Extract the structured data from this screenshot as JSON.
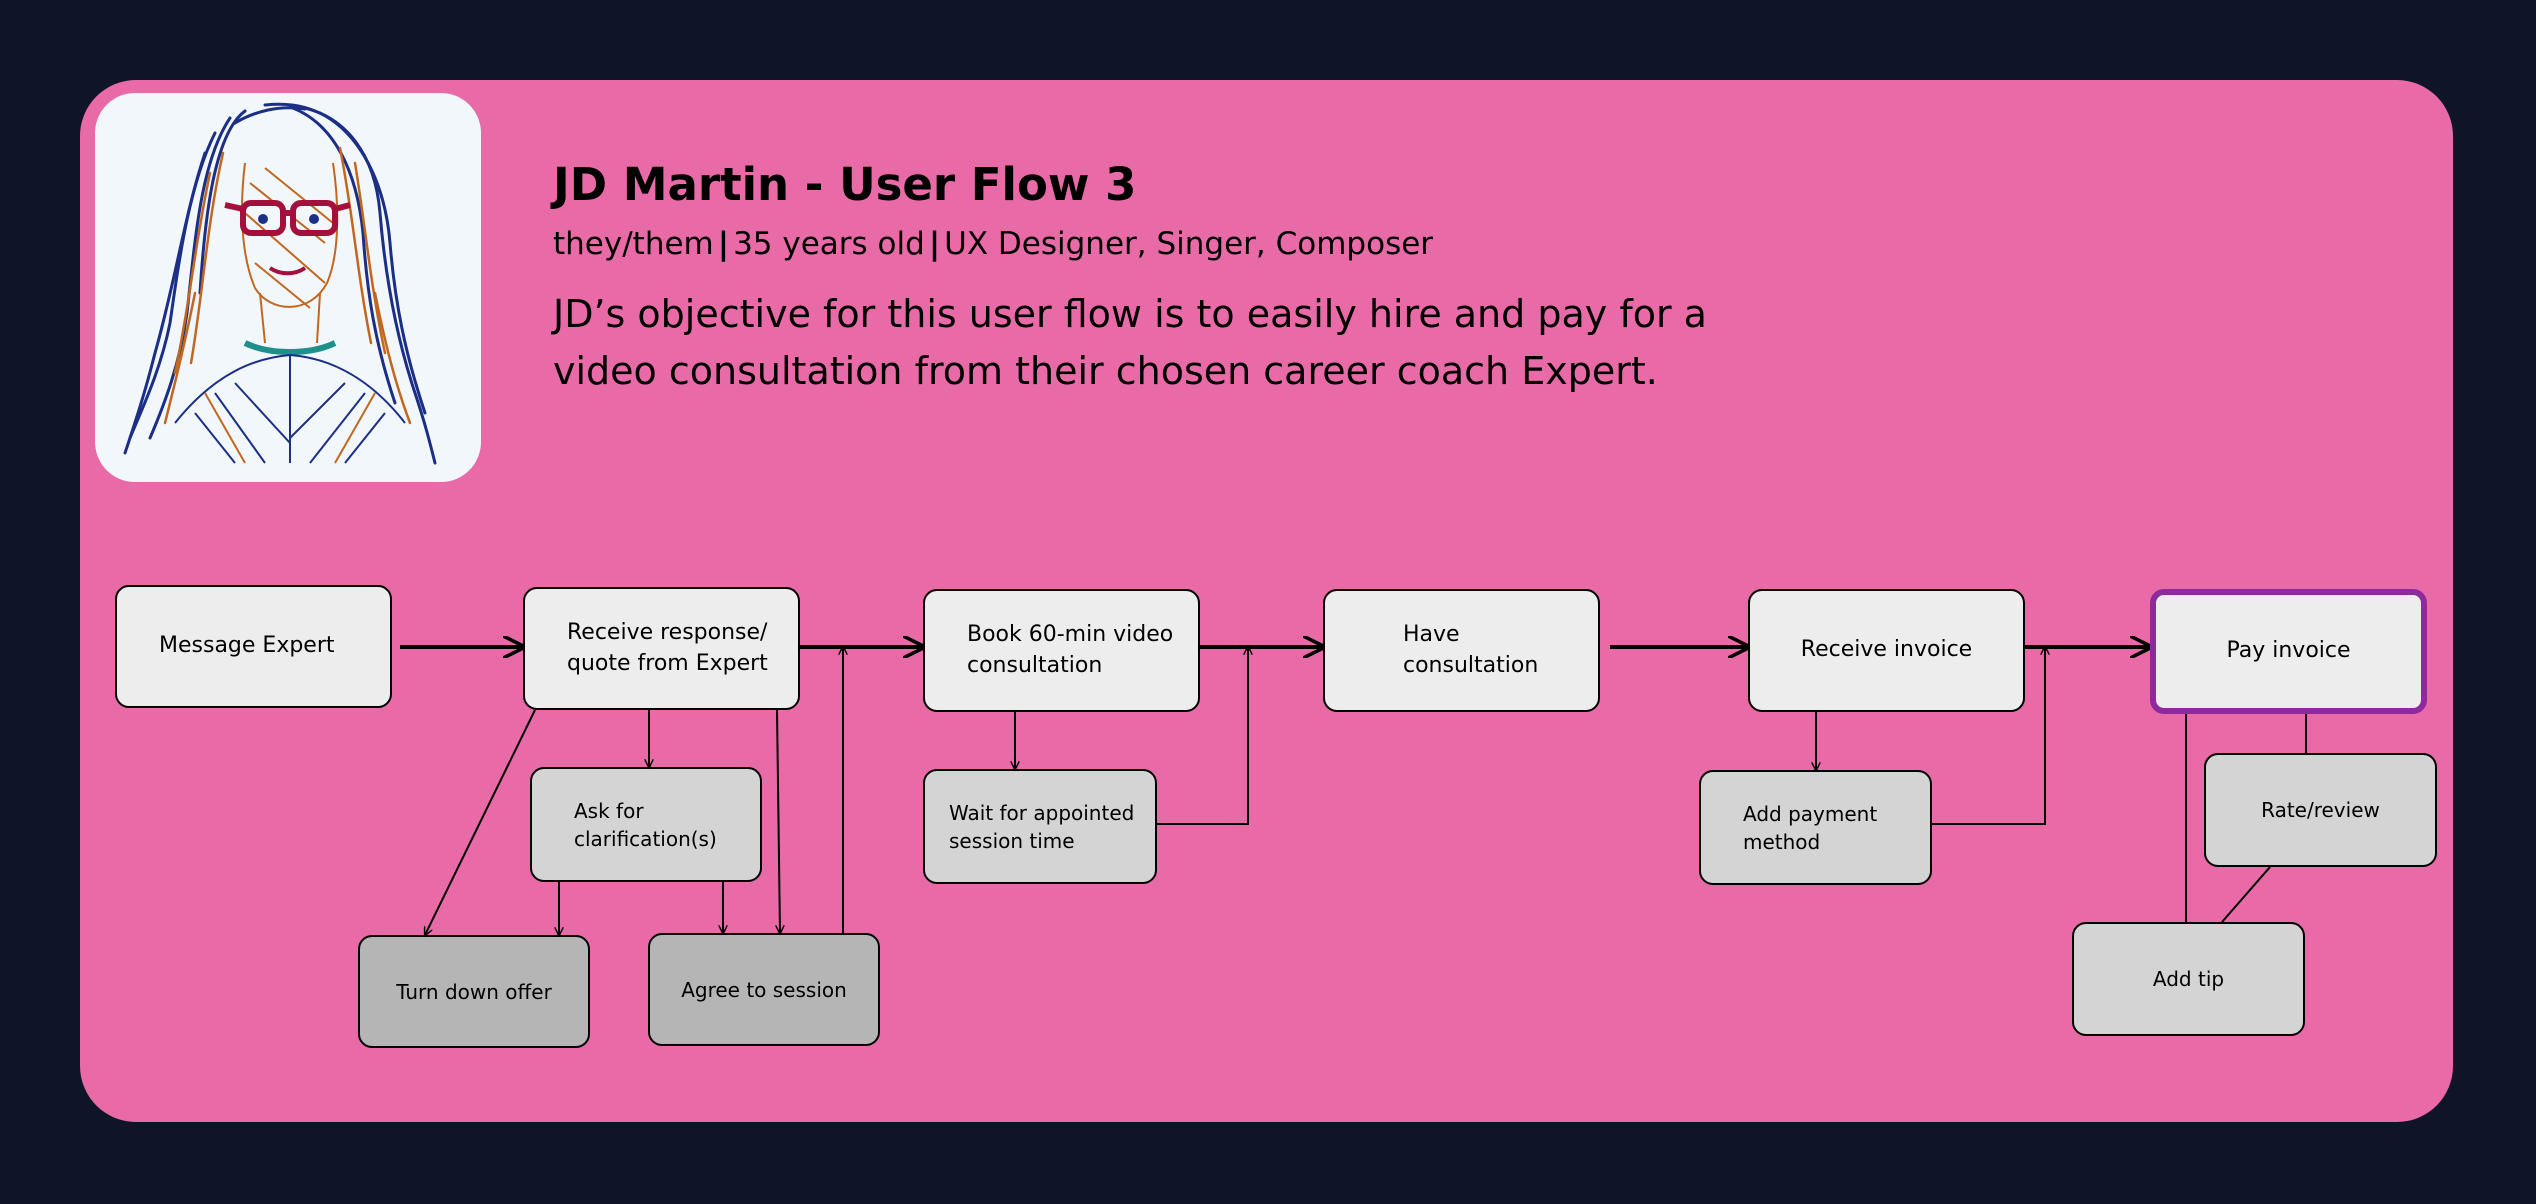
{
  "header": {
    "title": "JD Martin - User Flow 3",
    "pronouns": "they/them",
    "age": "35 years old",
    "roles": "UX Designer, Singer, Composer",
    "objective": "JD’s objective for this user flow is to easily hire and pay for a video consultation from their chosen career coach Expert."
  },
  "flow": {
    "message_expert": "Message Expert",
    "receive_response": "Receive response/ quote from Expert",
    "ask_clarification": "Ask for clarification(s)",
    "turn_down_offer": "Turn down offer",
    "agree_to_session": "Agree to session",
    "book_consultation": "Book 60-min video consultation",
    "wait_session": "Wait for appointed session time",
    "have_consultation": "Have consultation",
    "receive_invoice": "Receive invoice",
    "add_payment_method": "Add payment method",
    "pay_invoice": "Pay invoice",
    "rate_review": "Rate/review",
    "add_tip": "Add tip"
  },
  "colors": {
    "background": "#0f1429",
    "card": "#e86ba7",
    "highlight_border": "#8e2a9e"
  }
}
